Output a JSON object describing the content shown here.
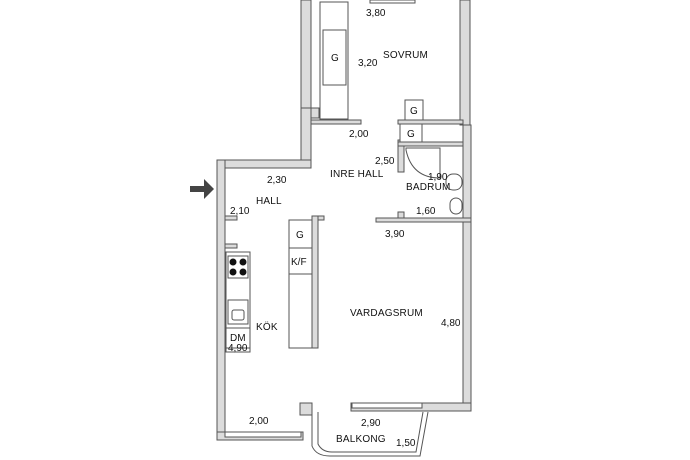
{
  "rooms": {
    "sovrum": "SOVRUM",
    "inre_hall": "INRE HALL",
    "hall": "HALL",
    "badrum": "BADRUM",
    "kok": "KÖK",
    "vardagsrum": "VARDAGSRUM",
    "balkong": "BALKONG"
  },
  "dimensions": {
    "sovrum_width": "3,80",
    "sovrum_depth": "3,20",
    "corridor_top": "2,00",
    "bath_width": "2,50",
    "bath_depth": "1,90",
    "bath_inner": "1,60",
    "inre_hall_width": "2,30",
    "hall_width": "2,10",
    "vardagsrum_width": "3,90",
    "vardagsrum_depth": "4,80",
    "kok_depth": "4,90",
    "kok_width": "2,00",
    "balkong_width": "2,90",
    "balkong_depth": "1,50"
  },
  "fixtures": {
    "wardrobe": "G",
    "fridge_freezer": "K/F",
    "dishwasher": "DM"
  },
  "entrance": "entrance-arrow-icon"
}
